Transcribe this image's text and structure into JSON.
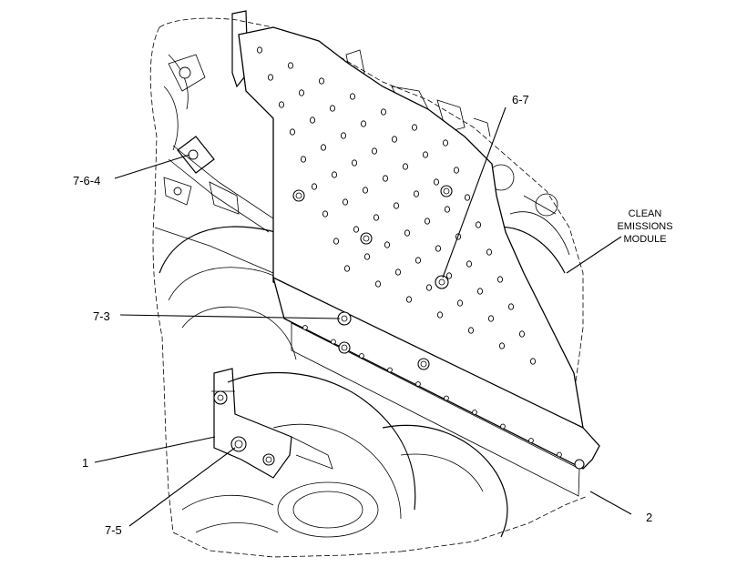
{
  "callouts": {
    "c_6_7": "6-7",
    "c_7_6_4": "7-6-4",
    "c_7_3": "7-3",
    "c_1": "1",
    "c_7_5": "7-5",
    "c_2": "2",
    "clean_line1": "CLEAN",
    "clean_line2": "EMISSIONS",
    "clean_line3": "MODULE"
  }
}
